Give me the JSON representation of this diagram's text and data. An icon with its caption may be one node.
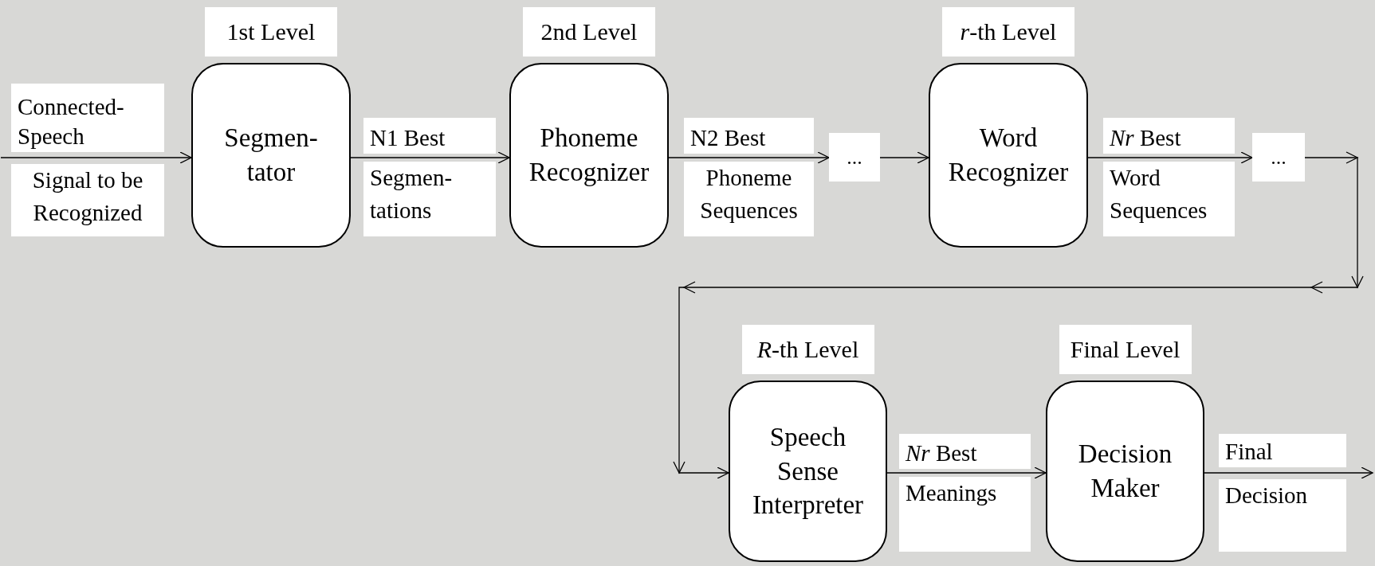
{
  "diagram": {
    "nodes": [
      {
        "text": [
          "Segmen- tator"
        ],
        "beside": [
          "1st Level"
        ]
      },
      {
        "text": [
          "Phoneme Recognizer"
        ],
        "beside": [
          "2nd Level"
        ]
      },
      {
        "text": [
          "..."
        ]
      },
      {
        "text": [
          "Word Recognizer"
        ],
        "beside": [
          "*r*-th Level"
        ]
      },
      {
        "text": [
          "..."
        ]
      },
      {
        "text": [
          "Speech Sense Interpreter"
        ],
        "beside": [
          "*R*-th Level"
        ]
      },
      {
        "text": [
          "Decision Maker"
        ],
        "beside": [
          "Final Level"
        ]
      }
    ],
    "edges": [
      {
        "from": null,
        "to": 0,
        "arrow": "to",
        "label": "Connected- Speech"
      },
      {
        "from": 0,
        "to": 1,
        "arrow": "to",
        "label": "N1 Best"
      },
      {
        "from": 1,
        "to": 2,
        "arrow": "to",
        "label": "N2 Best"
      },
      {
        "from": 2,
        "to": 3,
        "arrow": "to"
      },
      {
        "from": 3,
        "to": 4,
        "arrow": "to",
        "label": "*Nr* Best"
      },
      {
        "from": 4,
        "to": 5,
        "arrow": "to"
      },
      {
        "from": 5,
        "to": 6,
        "arrow": "to",
        "label": "*Nr* Best"
      },
      {
        "from": 6,
        "to": null,
        "arrow": "to",
        "label": "Final"
      }
    ],
    "labels": [
      "Signal to be Recognized",
      "Segmen- tations",
      "Phoneme Sequences",
      "Word Sequences",
      "Meanings",
      "Decision"
    ]
  }
}
